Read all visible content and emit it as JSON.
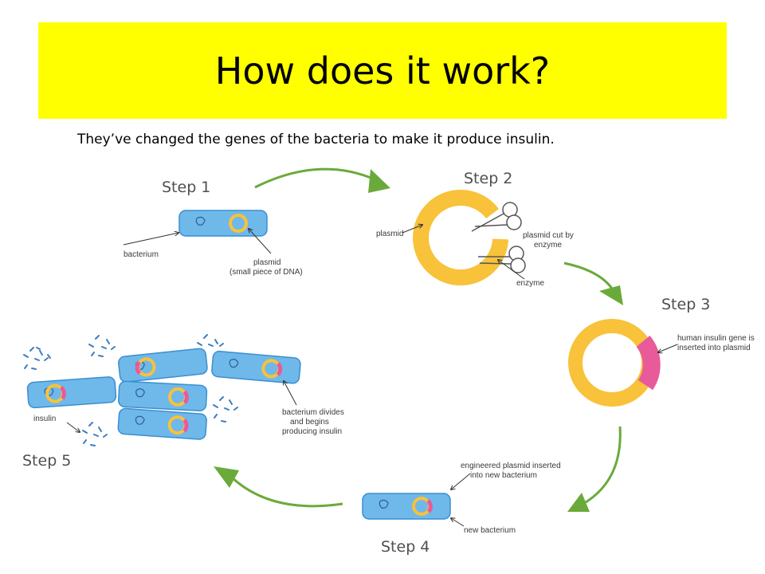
{
  "title": "How does it work?",
  "subtitle": "They’ve changed the genes of the bacteria to make it produce insulin.",
  "steps": {
    "step1": "Step 1",
    "step2": "Step 2",
    "step3": "Step 3",
    "step4": "Step 4",
    "step5": "Step 5"
  },
  "labels": {
    "bacterium": "bacterium",
    "plasmid_line1": "plasmid",
    "plasmid_line2": "(small piece of DNA)",
    "plasmid": "plasmid",
    "plasmid_cut_line1": "plasmid cut by",
    "plasmid_cut_line2": "enzyme",
    "enzyme": "enzyme",
    "insulin_gene_line1": "human insulin gene is",
    "insulin_gene_line2": "inserted into plasmid",
    "engineered_line1": "engineered plasmid inserted",
    "engineered_line2": "into new bacterium",
    "new_bacterium": "new bacterium",
    "divides_line1": "bacterium divides",
    "divides_line2": "and begins",
    "divides_line3": "producing insulin",
    "insulin": "insulin"
  },
  "colors": {
    "title_bg": "#ffff00",
    "bacterium_fill": "#6fb8ea",
    "bacterium_stroke": "#3a8fd0",
    "plasmid": "#f8c23a",
    "insulin_gene": "#e85a9a",
    "arrow": "#6aaa3a",
    "insulin_particles": "#3a7fc0"
  },
  "icons": {
    "scissors": "scissors-icon",
    "cycle_arrow": "curved-arrow-icon"
  }
}
